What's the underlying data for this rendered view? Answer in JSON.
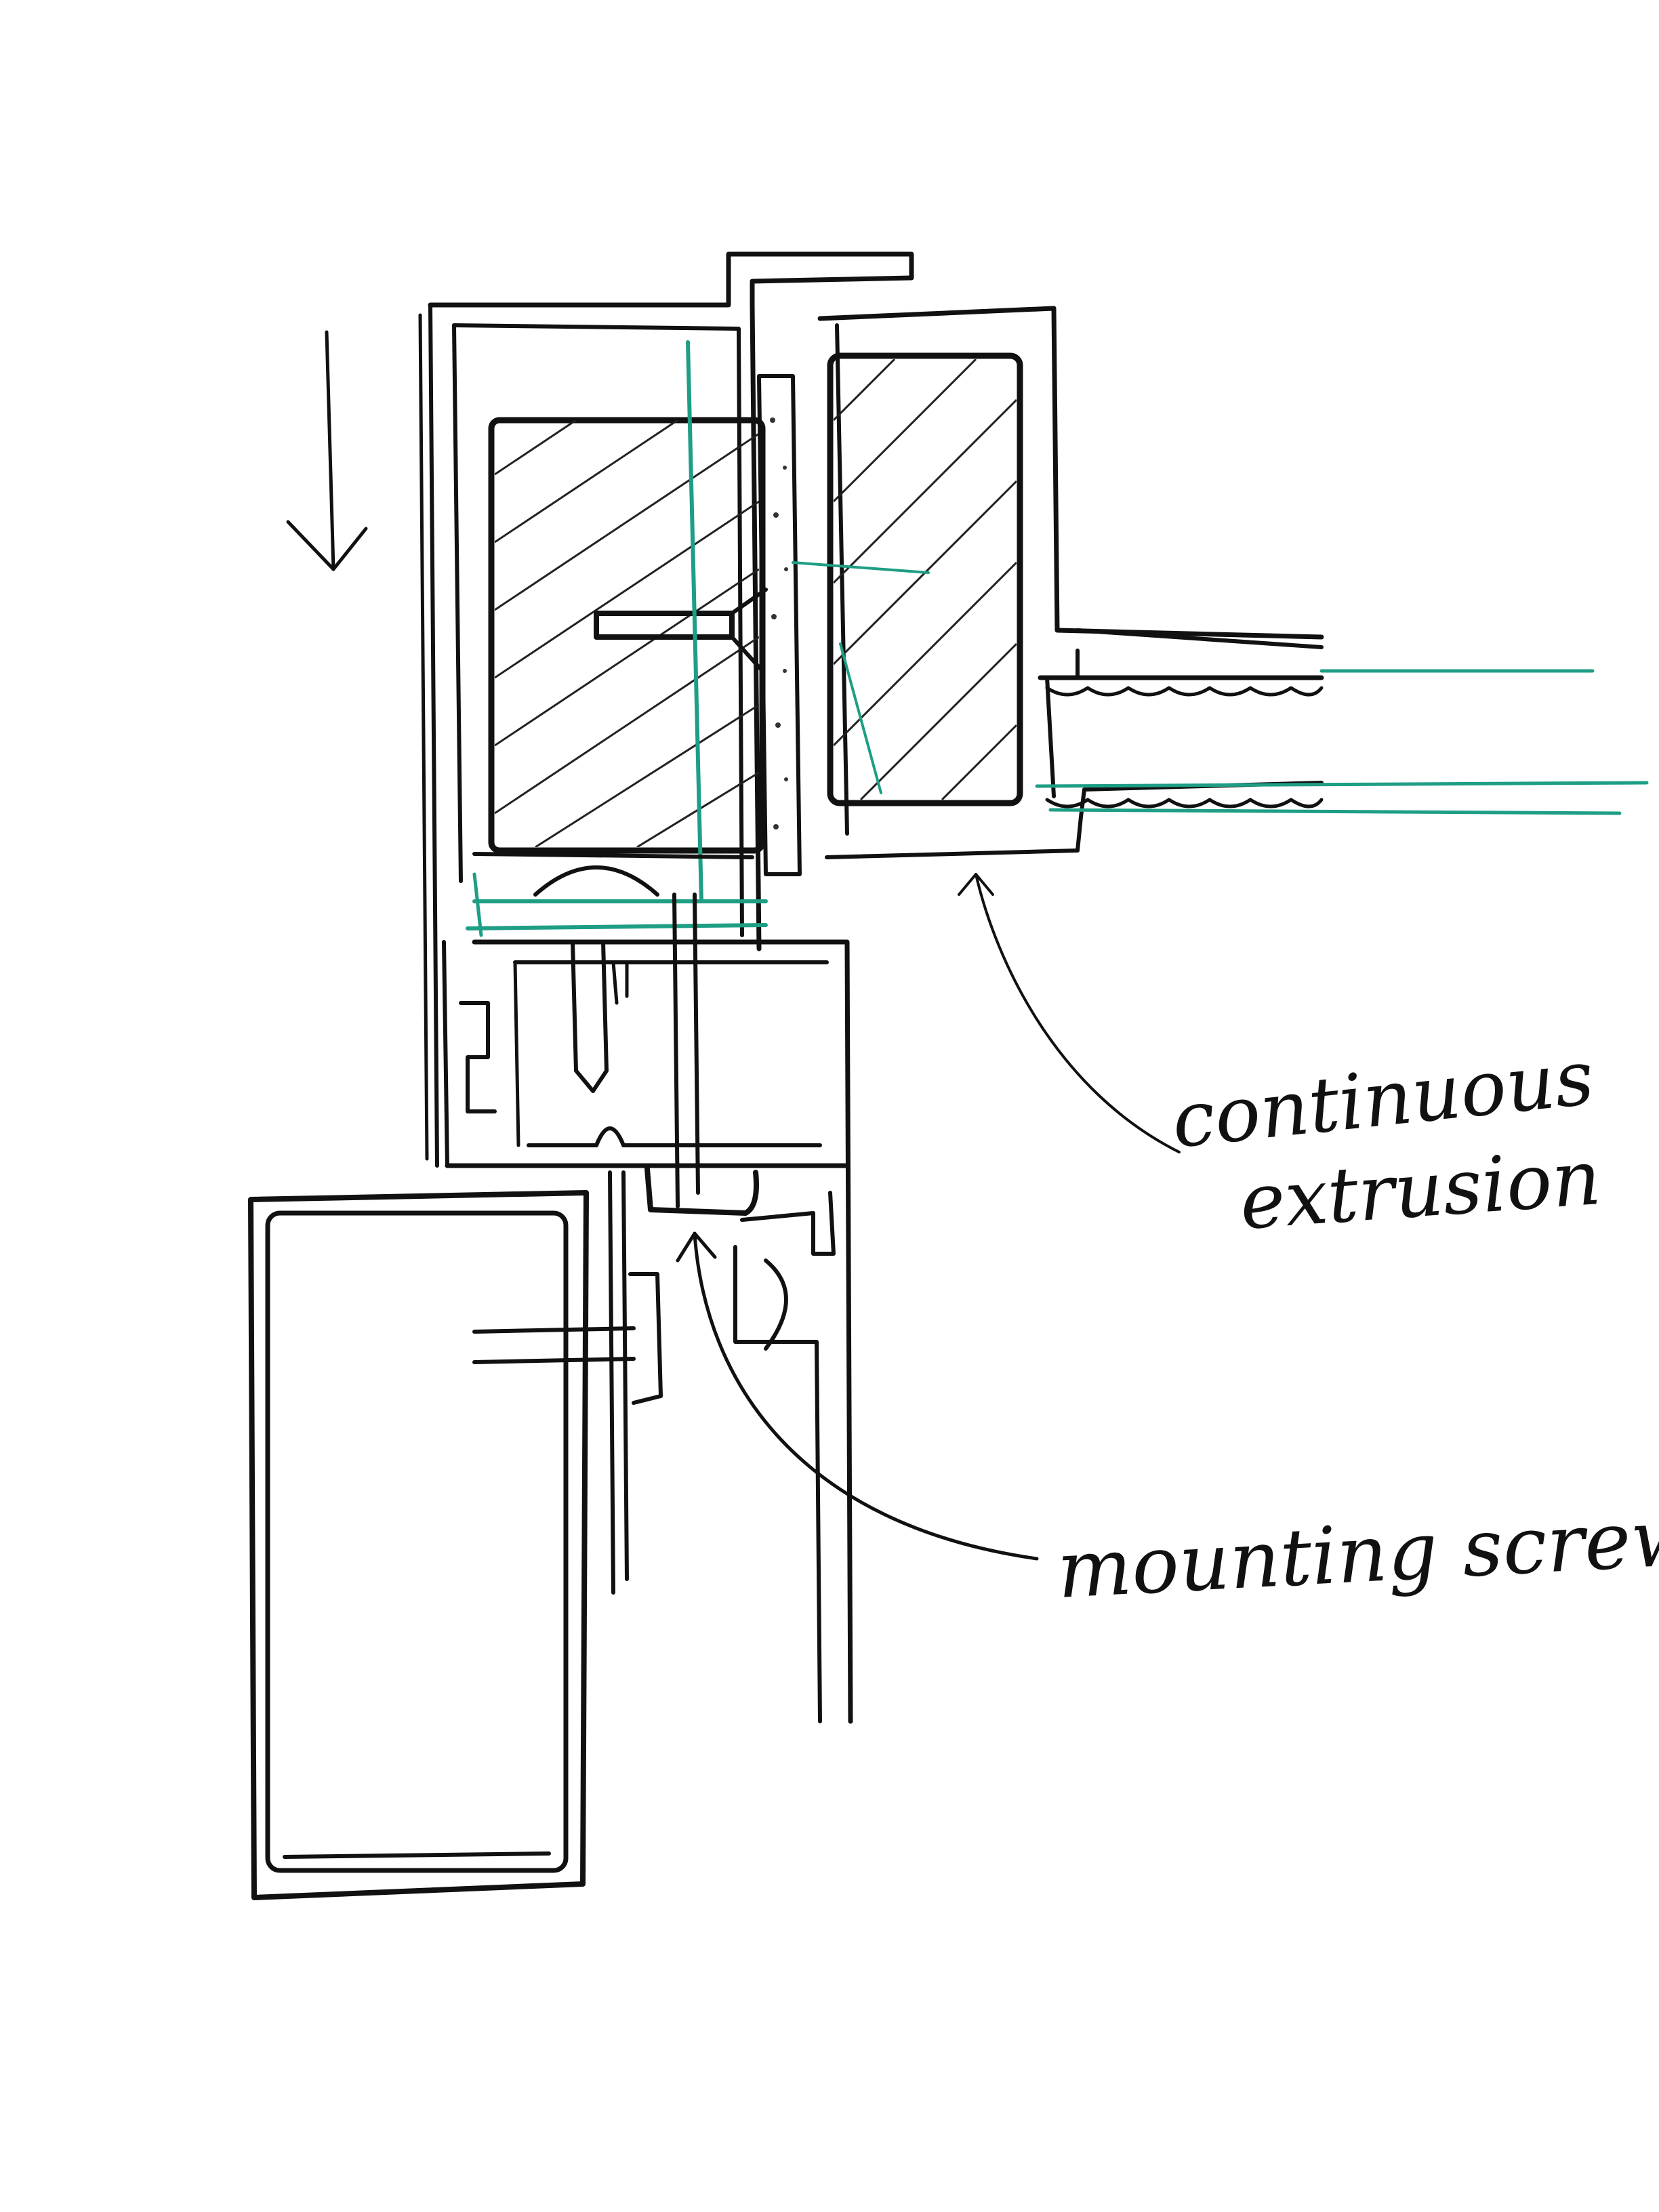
{
  "annotations": {
    "continuous_line1": "continuous",
    "continuous_line2": "extrusion",
    "mounting_screw": "mounting screw."
  },
  "colors": {
    "ink": "#111111",
    "accent": "#1e9e84",
    "paper": "#ffffff"
  },
  "icons": {
    "direction_arrow": "arrow-down-icon"
  }
}
